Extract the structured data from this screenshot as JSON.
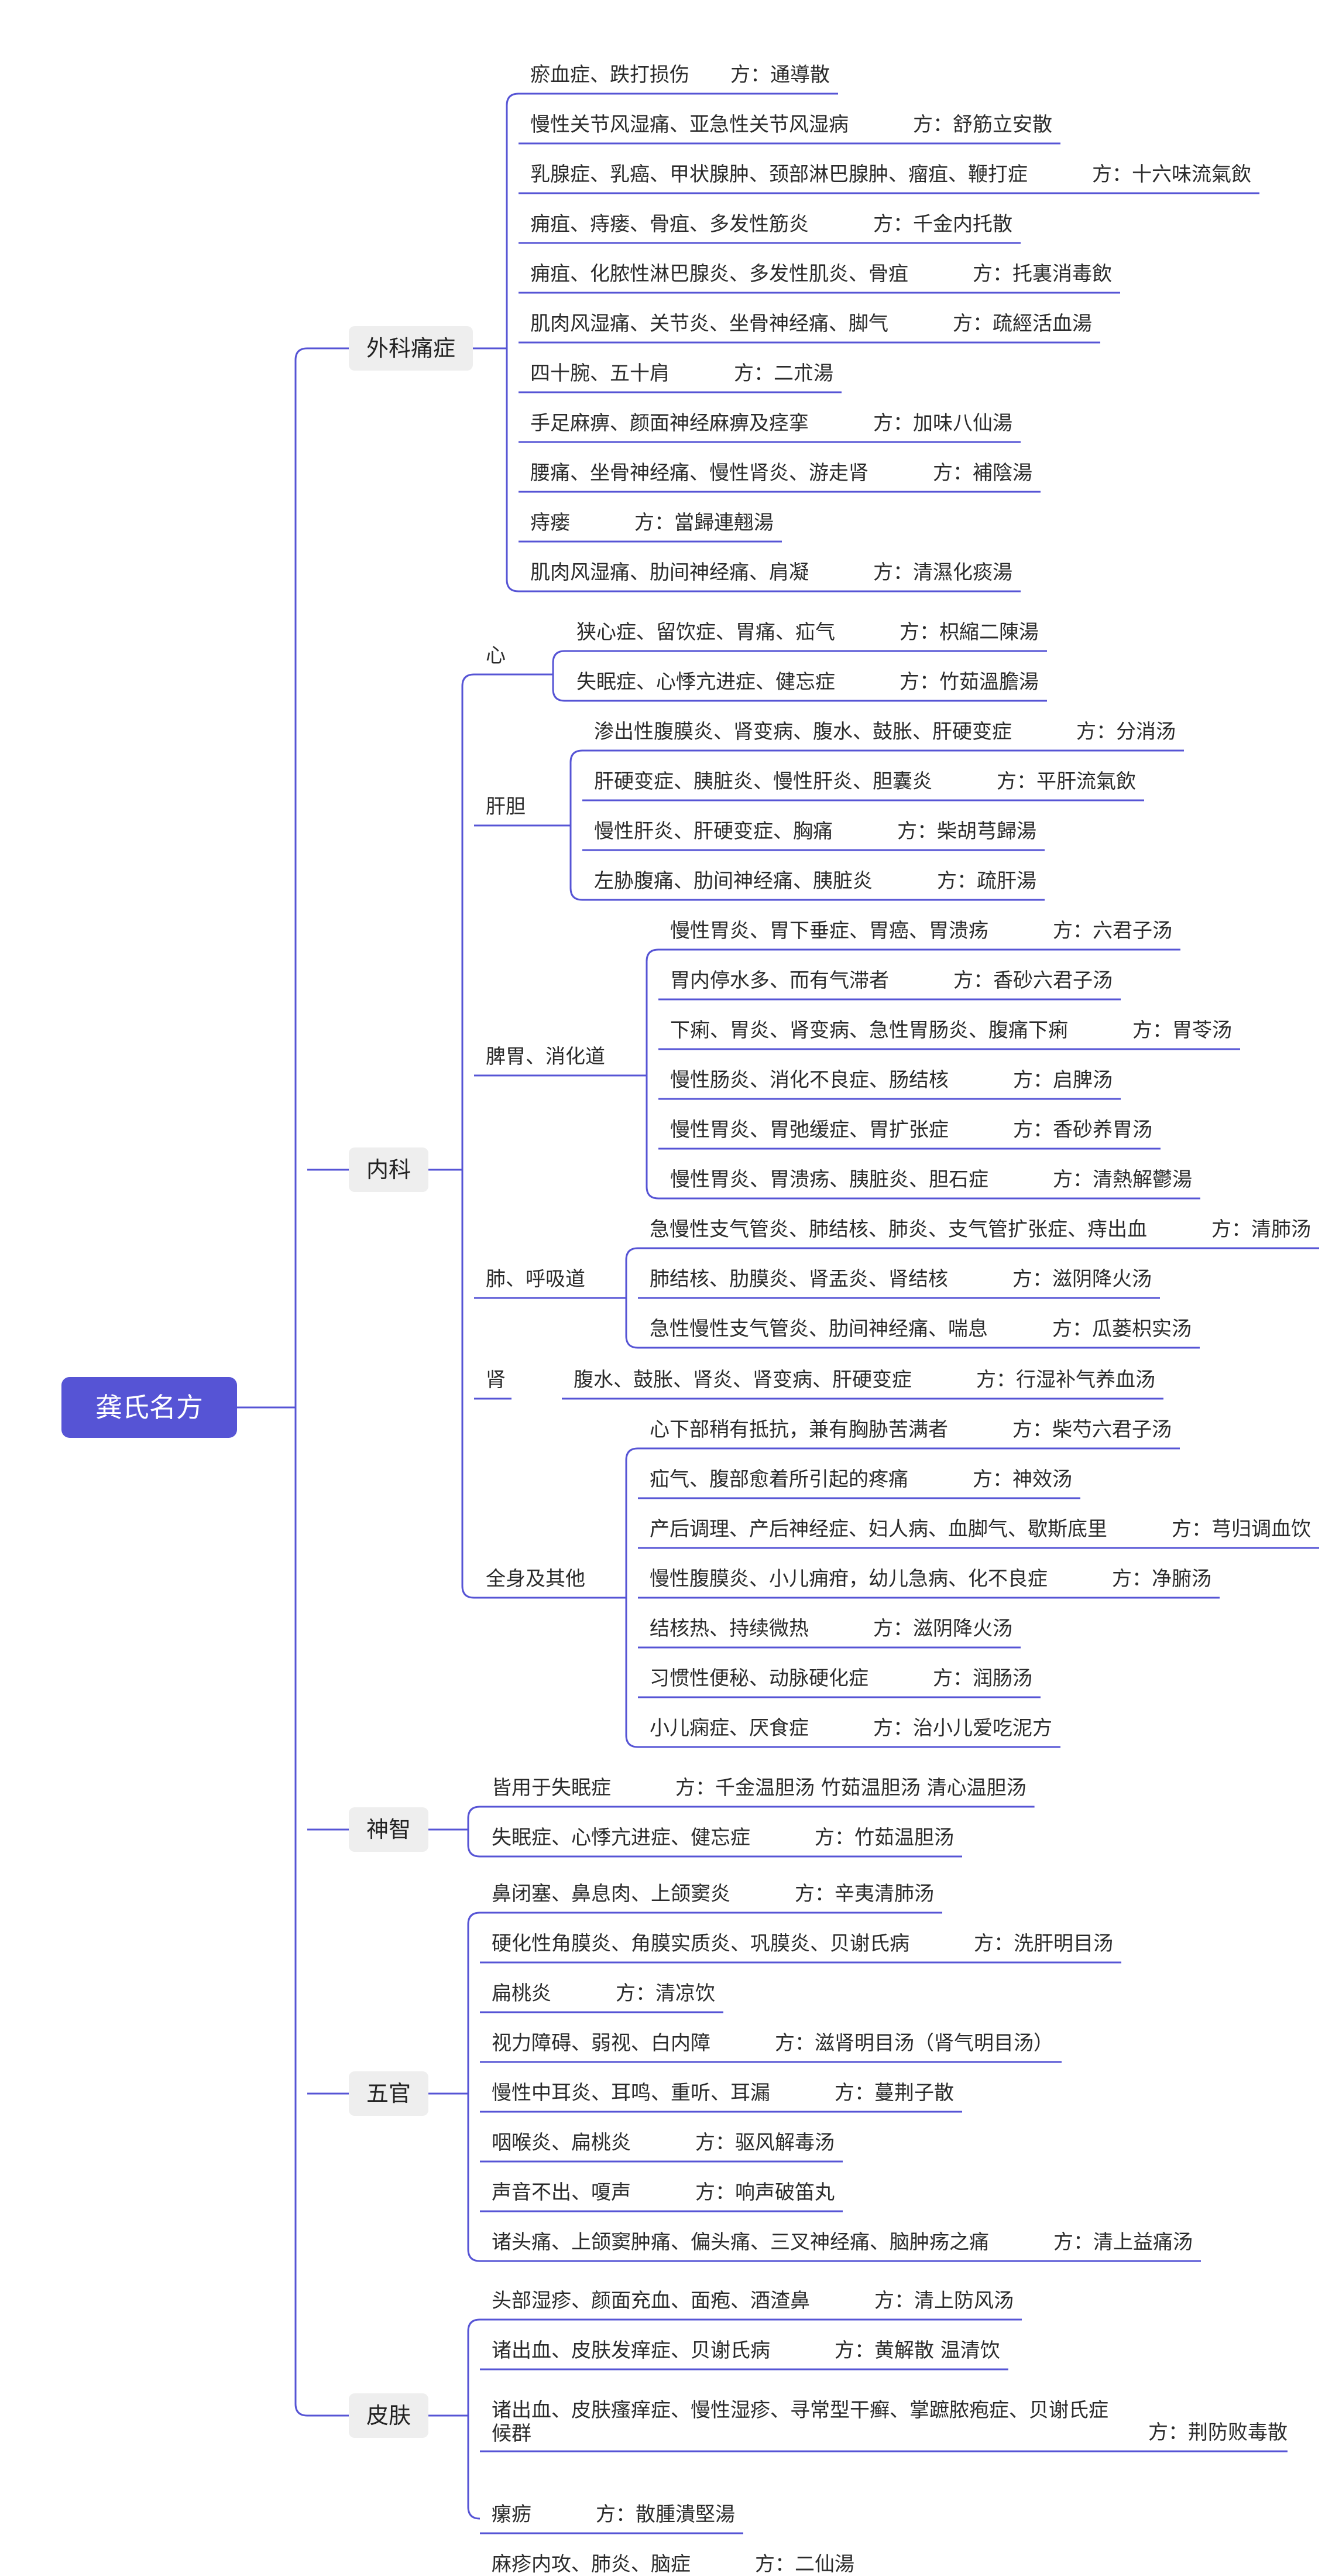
{
  "root": "龚氏名方",
  "colors": {
    "line": "#5654d5",
    "root_bg": "#5654d5",
    "category_bg": "#eeeeee"
  },
  "categories": [
    {
      "name": "外科痛症",
      "items": [
        {
          "text": "瘀血症、跌打损伤",
          "fang": "方：通導散"
        },
        {
          "text": "慢性关节风湿痛、亚急性关节风湿病",
          "fang": "方：舒筋立安散"
        },
        {
          "text": "乳腺症、乳癌、甲状腺肿、颈部淋巴腺肿、瘤疽、鞭打症",
          "fang": "方：十六味流氣飲"
        },
        {
          "text": "痈疽、痔瘘、骨疽、多发性筋炎",
          "fang": "方：千金内托散"
        },
        {
          "text": "痈疽、化脓性淋巴腺炎、多发性肌炎、骨疽",
          "fang": "方：托裏消毒飲"
        },
        {
          "text": "肌肉风湿痛、关节炎、坐骨神经痛、脚气",
          "fang": "方：疏經活血湯"
        },
        {
          "text": "四十腕、五十肩",
          "fang": "方：二朮湯"
        },
        {
          "text": "手足麻痹、颜面神经麻痹及痉挛",
          "fang": "方：加味八仙湯"
        },
        {
          "text": "腰痛、坐骨神经痛、慢性肾炎、游走肾",
          "fang": "方：補陰湯"
        },
        {
          "text": "痔瘘",
          "fang": "方：當歸連翹湯"
        },
        {
          "text": "肌肉风湿痛、肋间神经痛、肩凝",
          "fang": "方：清濕化痰湯"
        }
      ]
    },
    {
      "name": "内科",
      "groups": [
        {
          "name": "心",
          "items": [
            {
              "text": "狭心症、留饮症、胃痛、疝气",
              "fang": "方：枳縮二陳湯"
            },
            {
              "text": "失眠症、心悸亢进症、健忘症",
              "fang": "方：竹茹溫膽湯"
            }
          ]
        },
        {
          "name": "肝胆",
          "items": [
            {
              "text": "渗出性腹膜炎、肾变病、腹水、鼓胀、肝硬变症",
              "fang": "方：分消汤"
            },
            {
              "text": "肝硬变症、胰脏炎、慢性肝炎、胆囊炎",
              "fang": "方：平肝流氣飲"
            },
            {
              "text": "慢性肝炎、肝硬变症、胸痛",
              "fang": "方：柴胡芎歸湯"
            },
            {
              "text": "左胁腹痛、肋间神经痛、胰脏炎",
              "fang": "方：疏肝湯"
            }
          ]
        },
        {
          "name": "脾胃、消化道",
          "items": [
            {
              "text": "慢性胃炎、胃下垂症、胃癌、胃溃疡",
              "fang": "方：六君子汤"
            },
            {
              "text": "胃内停水多、而有气滞者",
              "fang": "方：香砂六君子汤"
            },
            {
              "text": "下痢、胃炎、肾变病、急性胃肠炎、腹痛下痢",
              "fang": "方：胃苓汤"
            },
            {
              "text": "慢性肠炎、消化不良症、肠结核",
              "fang": "方：启脾汤"
            },
            {
              "text": "慢性胃炎、胃弛缓症、胃扩张症",
              "fang": "方：香砂养胃汤"
            },
            {
              "text": "慢性胃炎、胃溃疡、胰脏炎、胆石症",
              "fang": "方：清熱解鬱湯"
            }
          ]
        },
        {
          "name": "肺、呼吸道",
          "items": [
            {
              "text": "急慢性支气管炎、肺结核、肺炎、支气管扩张症、痔出血",
              "fang": "方：清肺汤"
            },
            {
              "text": "肺结核、肋膜炎、肾盂炎、肾结核",
              "fang": "方：滋阴降火汤"
            },
            {
              "text": "急性慢性支气管炎、肋间神经痛、喘息",
              "fang": "方：瓜蒌枳实汤"
            }
          ]
        },
        {
          "name": "肾",
          "inline": true,
          "items": [
            {
              "text": "腹水、鼓胀、肾炎、肾变病、肝硬变症",
              "fang": "方：行湿补气养血汤"
            }
          ]
        },
        {
          "name": "全身及其他",
          "items": [
            {
              "text": "心下部稍有抵抗，兼有胸胁苦满者",
              "fang": "方：柴芍六君子汤"
            },
            {
              "text": "疝气、腹部愈着所引起的疼痛",
              "fang": "方：神效汤"
            },
            {
              "text": "产后调理、产后神经症、妇人病、血脚气、歇斯底里",
              "fang": "方：芎归调血饮"
            },
            {
              "text": "慢性腹膜炎、小儿痈疳，幼儿急病、化不良症",
              "fang": "方：净腑汤"
            },
            {
              "text": "结核热、持续微热",
              "fang": "方：滋阴降火汤"
            },
            {
              "text": "习惯性便秘、动脉硬化症",
              "fang": "方：润肠汤"
            },
            {
              "text": "小儿痫症、厌食症",
              "fang": "方：治小儿爱吃泥方"
            }
          ]
        }
      ]
    },
    {
      "name": "神智",
      "items": [
        {
          "text": "皆用于失眠症",
          "fang": "方：千金温胆汤 竹茹温胆汤 清心温胆汤"
        },
        {
          "text": "失眠症、心悸亢进症、健忘症",
          "fang": "方：竹茹温胆汤"
        }
      ]
    },
    {
      "name": "五官",
      "items": [
        {
          "text": "鼻闭塞、鼻息肉、上颌窦炎",
          "fang": "方：辛夷清肺汤"
        },
        {
          "text": "硬化性角膜炎、角膜实质炎、巩膜炎、贝谢氏病",
          "fang": "方：洗肝明目汤"
        },
        {
          "text": "扁桃炎",
          "fang": "方：清凉饮"
        },
        {
          "text": "视力障碍、弱视、白内障",
          "fang": "方：滋肾明目汤（肾气明目汤）"
        },
        {
          "text": "慢性中耳炎、耳鸣、重听、耳漏",
          "fang": "方：蔓荆子散"
        },
        {
          "text": "咽喉炎、扁桃炎",
          "fang": "方：驱风解毒汤"
        },
        {
          "text": "声音不出、嗄声",
          "fang": "方：响声破笛丸"
        },
        {
          "text": "诸头痛、上颌窦肿痛、偏头痛、三叉神经痛、脑肿疡之痛",
          "fang": "方：清上益痛汤"
        }
      ]
    },
    {
      "name": "皮肤",
      "items": [
        {
          "text": "头部湿疹、颜面充血、面疱、酒渣鼻",
          "fang": "方：清上防风汤"
        },
        {
          "text": "诸出血、皮肤发痒症、贝谢氏病",
          "fang": "方：黄解散 温清饮"
        },
        {
          "text": "诸出血、皮肤瘙痒症、慢性湿疹、寻常型干癣、掌蹠脓疱症、贝谢氏症候群",
          "fang": "方：荆防败毒散",
          "multiline": true
        },
        {
          "text": "瘰疬",
          "fang": "方：散腫潰堅湯"
        },
        {
          "text": "麻疹内攻、肺炎、脑症",
          "fang": "方：二仙湯"
        }
      ]
    }
  ]
}
